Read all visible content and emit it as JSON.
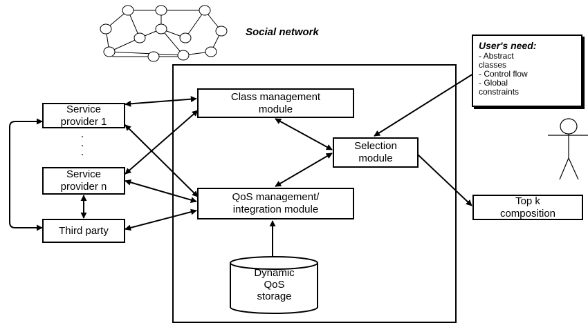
{
  "title": "Social network",
  "user_need": {
    "heading": "User's need:",
    "items": [
      "- Abstract",
      "classes",
      "- Control flow",
      "- Global",
      "constraints"
    ]
  },
  "boxes": {
    "provider1": [
      "Service",
      "provider 1"
    ],
    "providerN": [
      "Service",
      "provider n"
    ],
    "third_party": [
      "Third party"
    ],
    "class_mgmt": [
      "Class management",
      "module"
    ],
    "qos_mgmt": [
      "QoS management/",
      "integration module"
    ],
    "selection": [
      "Selection",
      "module"
    ],
    "topk": [
      "Top k",
      "composition"
    ]
  },
  "dots": ".\n.\n.",
  "storage": [
    "Dynamic",
    "QoS",
    "storage"
  ]
}
